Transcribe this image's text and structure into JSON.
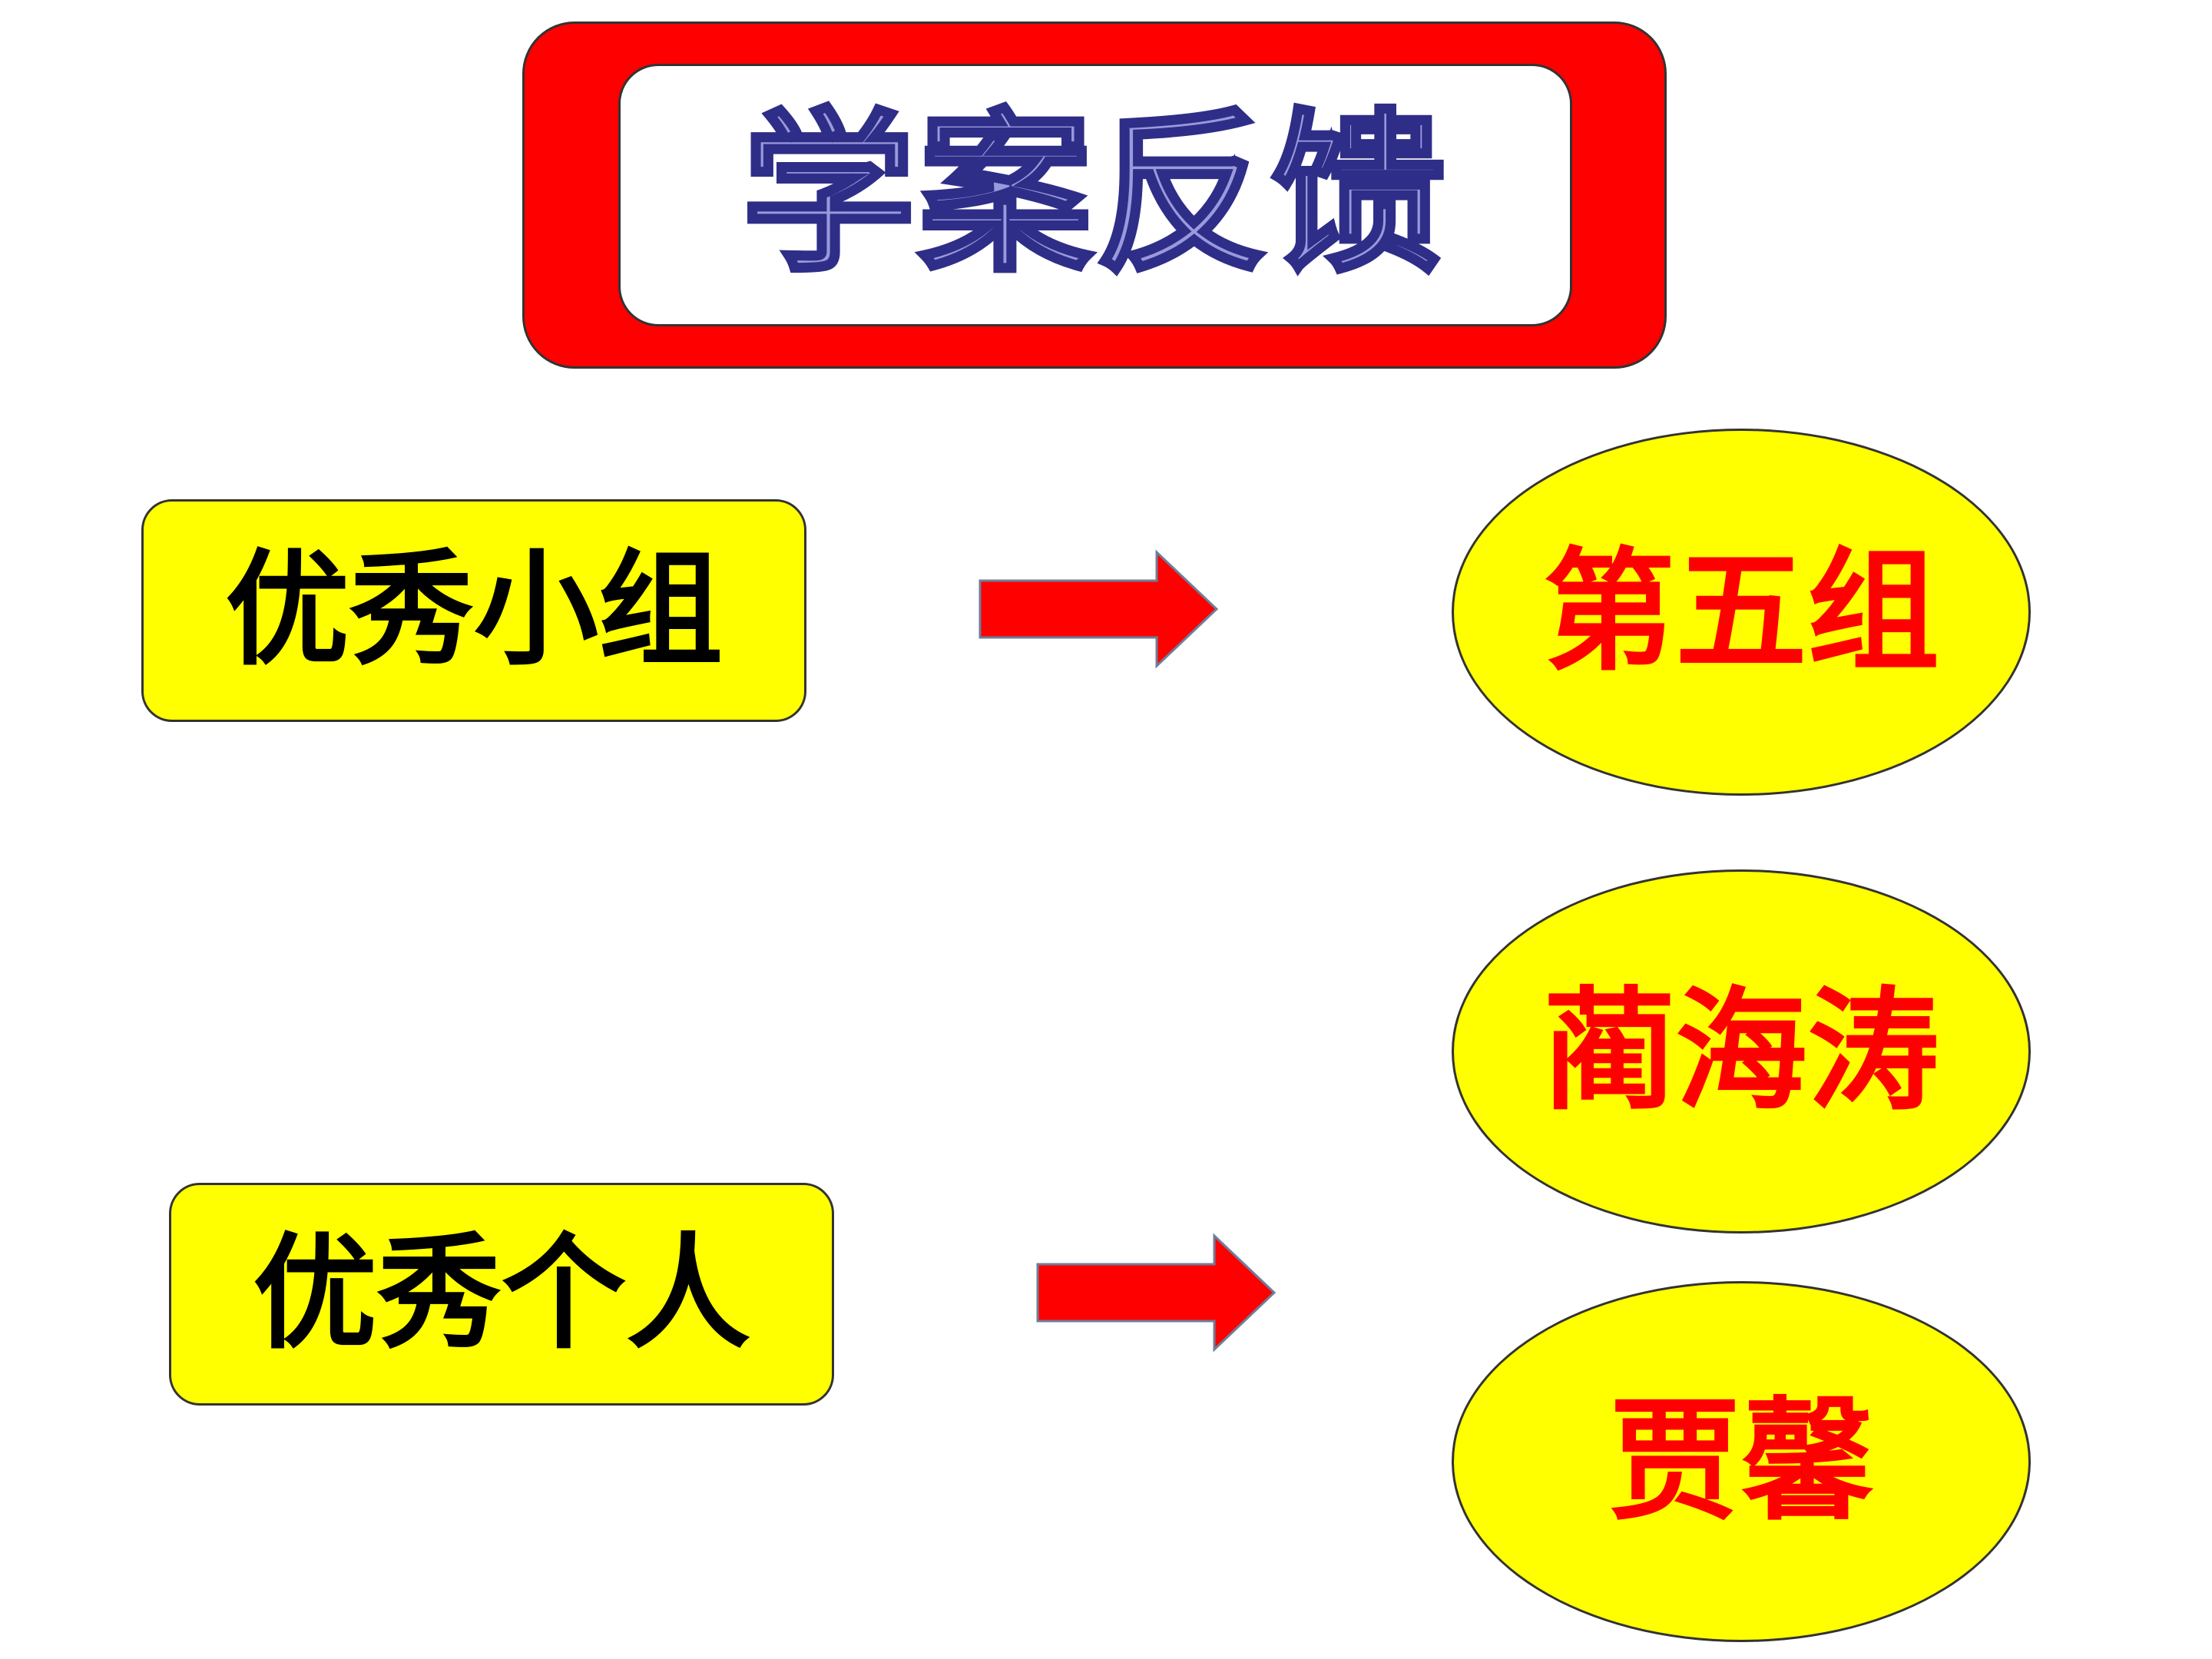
{
  "title": "学案反馈",
  "rows": [
    {
      "label": "优秀小组",
      "results": [
        "第五组"
      ]
    },
    {
      "label": "优秀个人",
      "results": [
        "蔺海涛",
        "贾馨"
      ]
    }
  ],
  "colors": {
    "title_frame": "#ff0000",
    "title_text_fill": "#9999dd",
    "title_text_stroke": "#2e2e88",
    "box_fill": "#ffff00",
    "result_text": "#ff0000",
    "arrow": "#ff0000"
  },
  "icons": [
    "right-arrow-icon"
  ]
}
